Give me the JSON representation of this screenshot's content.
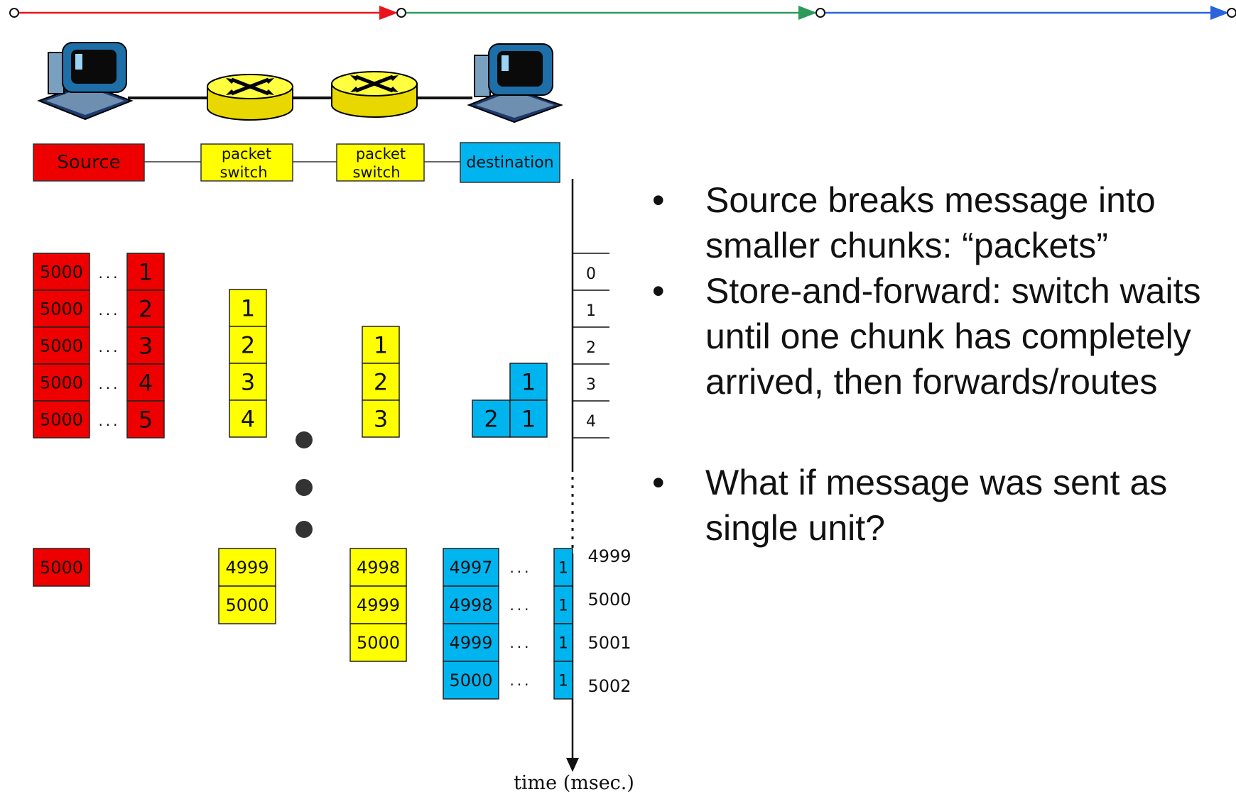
{
  "nodes": {
    "source": "Source",
    "switch1": "packet switch",
    "switch2": "packet switch",
    "destination": "destination"
  },
  "time_axis": {
    "label": "time (msec.)",
    "ticks": [
      "0",
      "1",
      "2",
      "3",
      "4"
    ],
    "late_ticks": [
      "4999",
      "5000",
      "5001",
      "5002"
    ]
  },
  "source_early": {
    "left": [
      "5000",
      "5000",
      "5000",
      "5000",
      "5000"
    ],
    "right": [
      "1",
      "2",
      "3",
      "4",
      "5"
    ]
  },
  "switch1_early": [
    "1",
    "2",
    "3",
    "4"
  ],
  "switch2_early": [
    "1",
    "2",
    "3"
  ],
  "dest_early": {
    "top": "1",
    "bottom_left": "2",
    "bottom_right": "1"
  },
  "source_late": "5000",
  "switch1_late": [
    "4999",
    "5000"
  ],
  "switch2_late": [
    "4998",
    "4999",
    "5000"
  ],
  "dest_late": {
    "left": [
      "4997",
      "4998",
      "4999",
      "5000"
    ],
    "right": [
      "1",
      "1",
      "1",
      "1"
    ]
  },
  "ellipsis": "...",
  "bullets": {
    "b1": "Source breaks message into smaller chunks: “packets”",
    "b2": "Store-and-forward: switch waits until one chunk has completely arrived, then forwards/routes",
    "b3": "What if message was sent as single unit?",
    "marker": "•"
  },
  "colors": {
    "source": "#ee0000",
    "switch": "#ffff00",
    "destination": "#00b4f0",
    "arrow_red": "#e8161c",
    "arrow_green": "#2e9a5a",
    "arrow_blue": "#2a64dc"
  }
}
